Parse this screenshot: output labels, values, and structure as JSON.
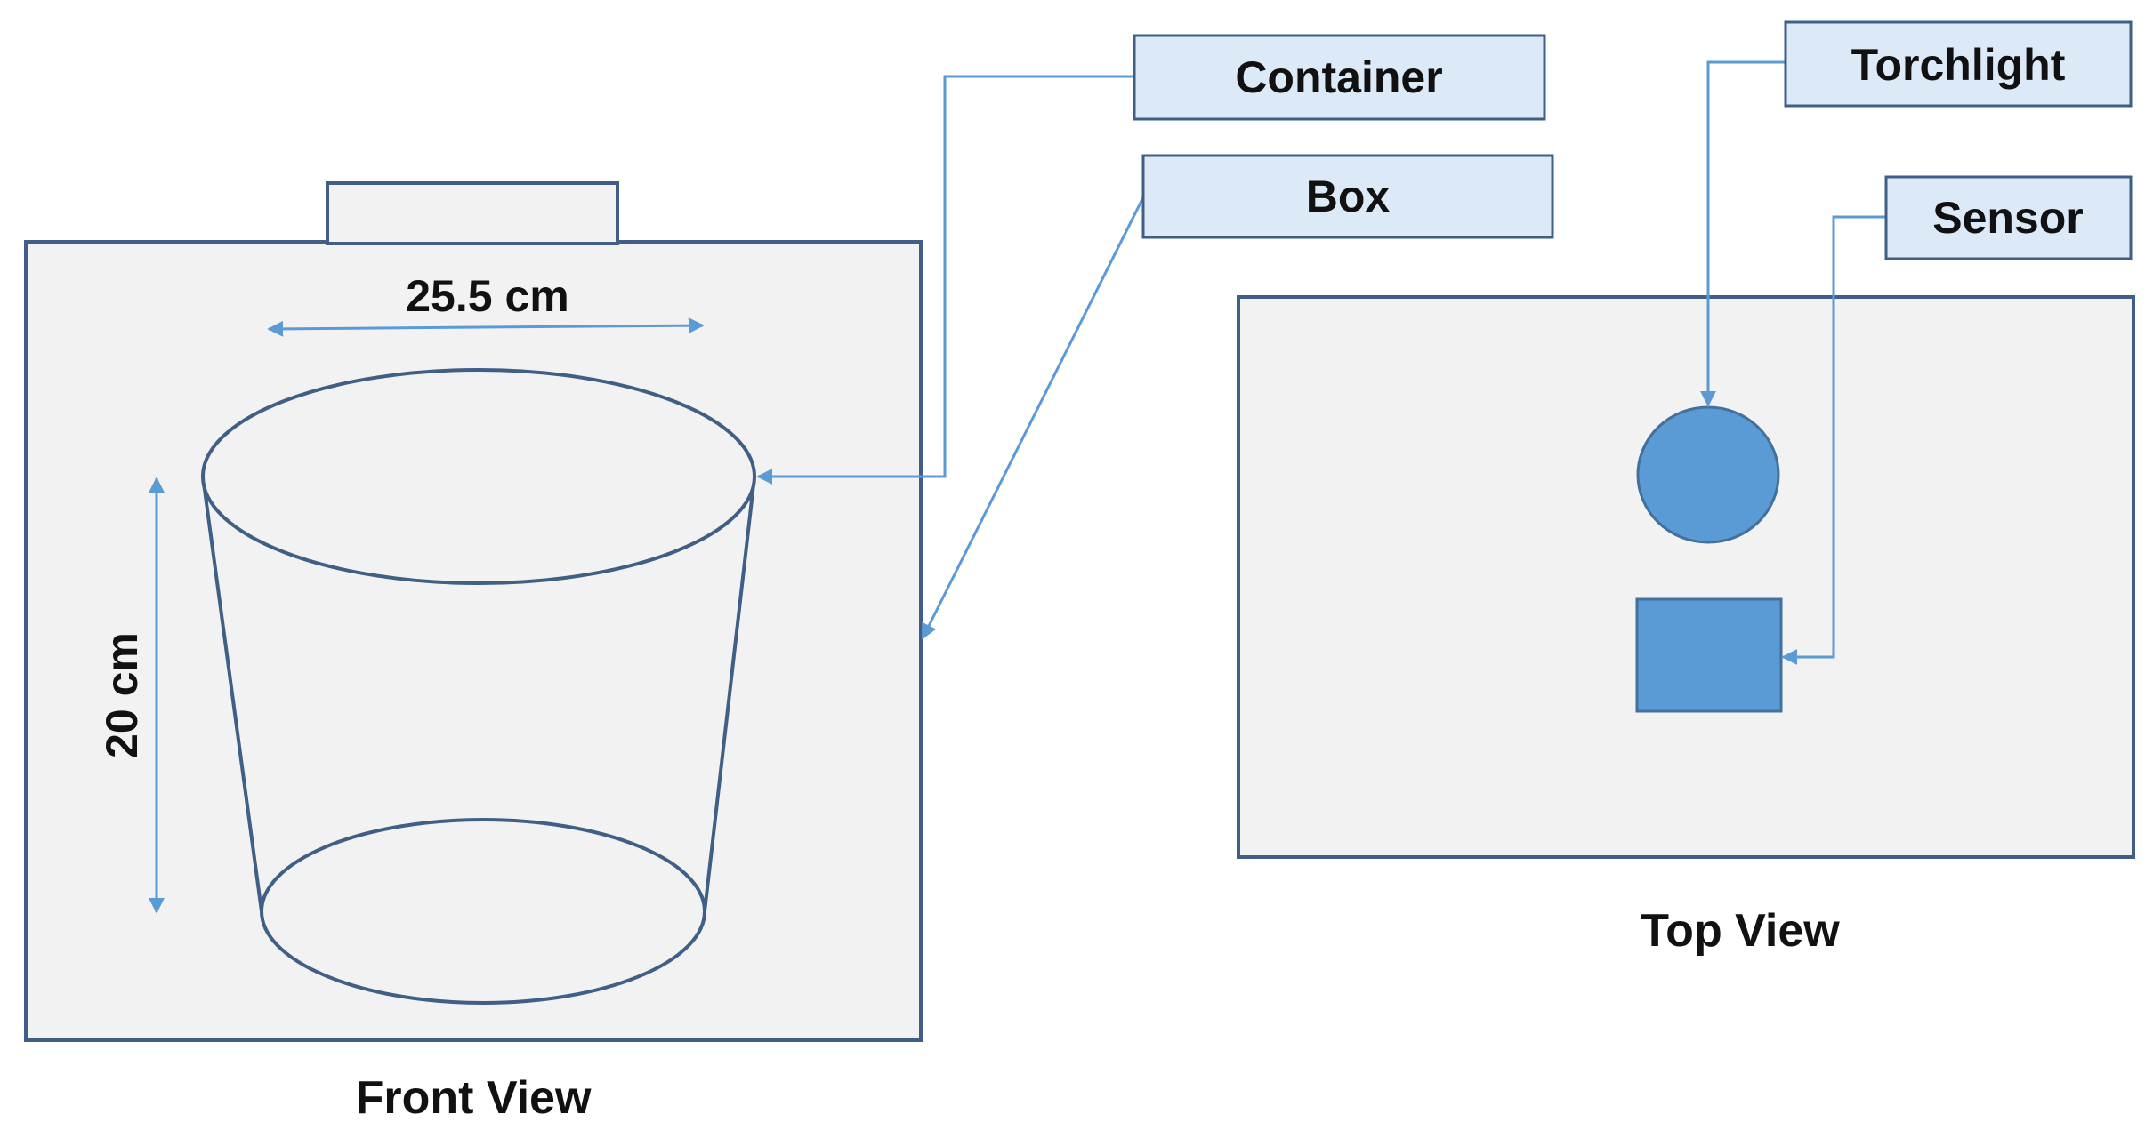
{
  "labels": {
    "container": "Container",
    "box": "Box",
    "torchlight": "Torchlight",
    "sensor": "Sensor"
  },
  "dimensions": {
    "width": "25.5 cm",
    "height": "20 cm"
  },
  "captions": {
    "front_view": "Front View",
    "top_view": "Top View"
  },
  "colors": {
    "box_fill": "#f2f2f2",
    "outline": "#3f5f86",
    "leader_line": "#5b9bd5",
    "label_fill": "#dce9f7",
    "component_fill": "#5b9bd5"
  }
}
